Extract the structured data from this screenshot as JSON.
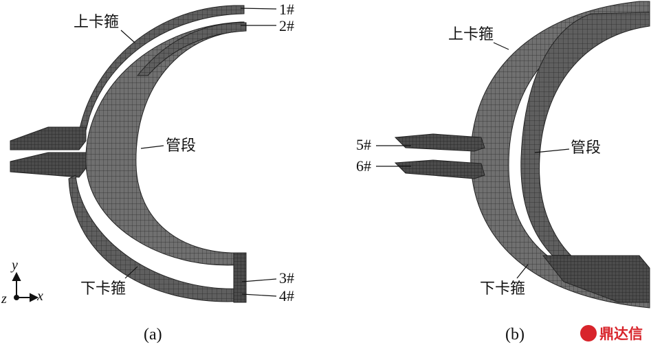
{
  "panel_a": {
    "labels": {
      "upper_clamp": "上卡箍",
      "pipe": "管段",
      "lower_clamp": "下卡箍",
      "n1": "1#",
      "n2": "2#",
      "n3": "3#",
      "n4": "4#"
    },
    "axes": {
      "y": "y",
      "x": "x",
      "z": "z"
    },
    "caption": "(a)"
  },
  "panel_b": {
    "labels": {
      "upper_clamp": "上卡箍",
      "pipe": "管段",
      "lower_clamp": "下卡箍",
      "n5": "5#",
      "n6": "6#"
    },
    "caption": "(b)"
  },
  "watermark": {
    "text": "鼎达信",
    "color": "#d8242b"
  },
  "colors": {
    "mesh_fill": "#5f5f5f",
    "mesh_dark": "#3d3d3d",
    "mesh_line": "#222222"
  }
}
